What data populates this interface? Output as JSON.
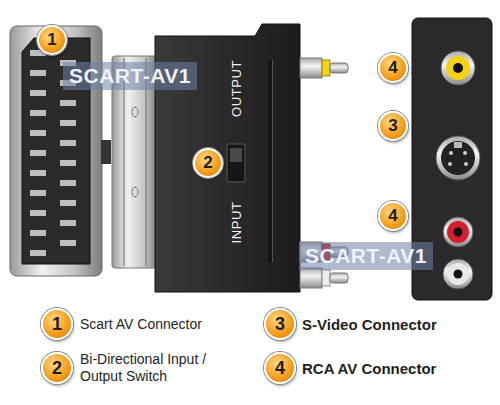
{
  "diagram": {
    "labels": [
      "1",
      "SCART-AV1",
      "OUTPUT",
      "2",
      "INPUT",
      "4",
      "3",
      "4",
      "SCART-AV1",
      "1",
      "Scart AV Connector",
      "3",
      "S-Video Connector",
      "2",
      "Bi-Directional Input / Output Switch",
      "4",
      "RCA AV Connector"
    ]
  }
}
